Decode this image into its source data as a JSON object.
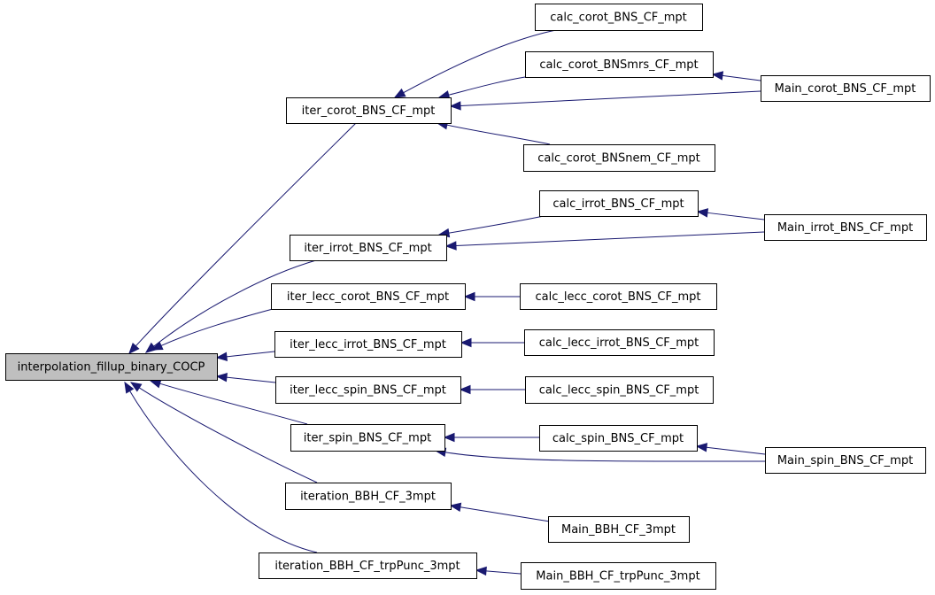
{
  "diagram": {
    "nodes": [
      {
        "id": "interpolation_fillup_binary_COCP",
        "label": "interpolation_fillup_binary_COCP",
        "root": true
      },
      {
        "id": "iter_corot_BNS_CF_mpt",
        "label": "iter_corot_BNS_CF_mpt"
      },
      {
        "id": "iter_irrot_BNS_CF_mpt",
        "label": "iter_irrot_BNS_CF_mpt"
      },
      {
        "id": "iter_lecc_corot_BNS_CF_mpt",
        "label": "iter_lecc_corot_BNS_CF_mpt"
      },
      {
        "id": "iter_lecc_irrot_BNS_CF_mpt",
        "label": "iter_lecc_irrot_BNS_CF_mpt"
      },
      {
        "id": "iter_lecc_spin_BNS_CF_mpt",
        "label": "iter_lecc_spin_BNS_CF_mpt"
      },
      {
        "id": "iter_spin_BNS_CF_mpt",
        "label": "iter_spin_BNS_CF_mpt"
      },
      {
        "id": "iteration_BBH_CF_3mpt",
        "label": "iteration_BBH_CF_3mpt"
      },
      {
        "id": "iteration_BBH_CF_trpPunc_3mpt",
        "label": "iteration_BBH_CF_trpPunc_3mpt"
      },
      {
        "id": "calc_corot_BNS_CF_mpt",
        "label": "calc_corot_BNS_CF_mpt"
      },
      {
        "id": "calc_corot_BNSmrs_CF_mpt",
        "label": "calc_corot_BNSmrs_CF_mpt"
      },
      {
        "id": "calc_corot_BNSnem_CF_mpt",
        "label": "calc_corot_BNSnem_CF_mpt"
      },
      {
        "id": "Main_corot_BNS_CF_mpt",
        "label": "Main_corot_BNS_CF_mpt"
      },
      {
        "id": "calc_irrot_BNS_CF_mpt",
        "label": "calc_irrot_BNS_CF_mpt"
      },
      {
        "id": "Main_irrot_BNS_CF_mpt",
        "label": "Main_irrot_BNS_CF_mpt"
      },
      {
        "id": "calc_lecc_corot_BNS_CF_mpt",
        "label": "calc_lecc_corot_BNS_CF_mpt"
      },
      {
        "id": "calc_lecc_irrot_BNS_CF_mpt",
        "label": "calc_lecc_irrot_BNS_CF_mpt"
      },
      {
        "id": "calc_lecc_spin_BNS_CF_mpt",
        "label": "calc_lecc_spin_BNS_CF_mpt"
      },
      {
        "id": "calc_spin_BNS_CF_mpt",
        "label": "calc_spin_BNS_CF_mpt"
      },
      {
        "id": "Main_spin_BNS_CF_mpt",
        "label": "Main_spin_BNS_CF_mpt"
      },
      {
        "id": "Main_BBH_CF_3mpt",
        "label": "Main_BBH_CF_3mpt"
      },
      {
        "id": "Main_BBH_CF_trpPunc_3mpt",
        "label": "Main_BBH_CF_trpPunc_3mpt"
      }
    ],
    "edges": [
      {
        "from": "iter_corot_BNS_CF_mpt",
        "to": "interpolation_fillup_binary_COCP"
      },
      {
        "from": "iter_irrot_BNS_CF_mpt",
        "to": "interpolation_fillup_binary_COCP"
      },
      {
        "from": "iter_lecc_corot_BNS_CF_mpt",
        "to": "interpolation_fillup_binary_COCP"
      },
      {
        "from": "iter_lecc_irrot_BNS_CF_mpt",
        "to": "interpolation_fillup_binary_COCP"
      },
      {
        "from": "iter_lecc_spin_BNS_CF_mpt",
        "to": "interpolation_fillup_binary_COCP"
      },
      {
        "from": "iter_spin_BNS_CF_mpt",
        "to": "interpolation_fillup_binary_COCP"
      },
      {
        "from": "iteration_BBH_CF_3mpt",
        "to": "interpolation_fillup_binary_COCP"
      },
      {
        "from": "iteration_BBH_CF_trpPunc_3mpt",
        "to": "interpolation_fillup_binary_COCP"
      },
      {
        "from": "calc_corot_BNS_CF_mpt",
        "to": "iter_corot_BNS_CF_mpt"
      },
      {
        "from": "calc_corot_BNSmrs_CF_mpt",
        "to": "iter_corot_BNS_CF_mpt"
      },
      {
        "from": "Main_corot_BNS_CF_mpt",
        "to": "iter_corot_BNS_CF_mpt"
      },
      {
        "from": "calc_corot_BNSnem_CF_mpt",
        "to": "iter_corot_BNS_CF_mpt"
      },
      {
        "from": "Main_corot_BNS_CF_mpt",
        "to": "calc_corot_BNSmrs_CF_mpt"
      },
      {
        "from": "calc_irrot_BNS_CF_mpt",
        "to": "iter_irrot_BNS_CF_mpt"
      },
      {
        "from": "Main_irrot_BNS_CF_mpt",
        "to": "iter_irrot_BNS_CF_mpt"
      },
      {
        "from": "Main_irrot_BNS_CF_mpt",
        "to": "calc_irrot_BNS_CF_mpt"
      },
      {
        "from": "calc_lecc_corot_BNS_CF_mpt",
        "to": "iter_lecc_corot_BNS_CF_mpt"
      },
      {
        "from": "calc_lecc_irrot_BNS_CF_mpt",
        "to": "iter_lecc_irrot_BNS_CF_mpt"
      },
      {
        "from": "calc_lecc_spin_BNS_CF_mpt",
        "to": "iter_lecc_spin_BNS_CF_mpt"
      },
      {
        "from": "calc_spin_BNS_CF_mpt",
        "to": "iter_spin_BNS_CF_mpt"
      },
      {
        "from": "Main_spin_BNS_CF_mpt",
        "to": "iter_spin_BNS_CF_mpt"
      },
      {
        "from": "Main_spin_BNS_CF_mpt",
        "to": "calc_spin_BNS_CF_mpt"
      },
      {
        "from": "Main_BBH_CF_3mpt",
        "to": "iteration_BBH_CF_3mpt"
      },
      {
        "from": "Main_BBH_CF_trpPunc_3mpt",
        "to": "iteration_BBH_CF_trpPunc_3mpt"
      }
    ]
  },
  "colors": {
    "edge": "#191970",
    "root_fill": "#bfbfbf",
    "node_fill": "#ffffff",
    "node_border": "#000000"
  }
}
